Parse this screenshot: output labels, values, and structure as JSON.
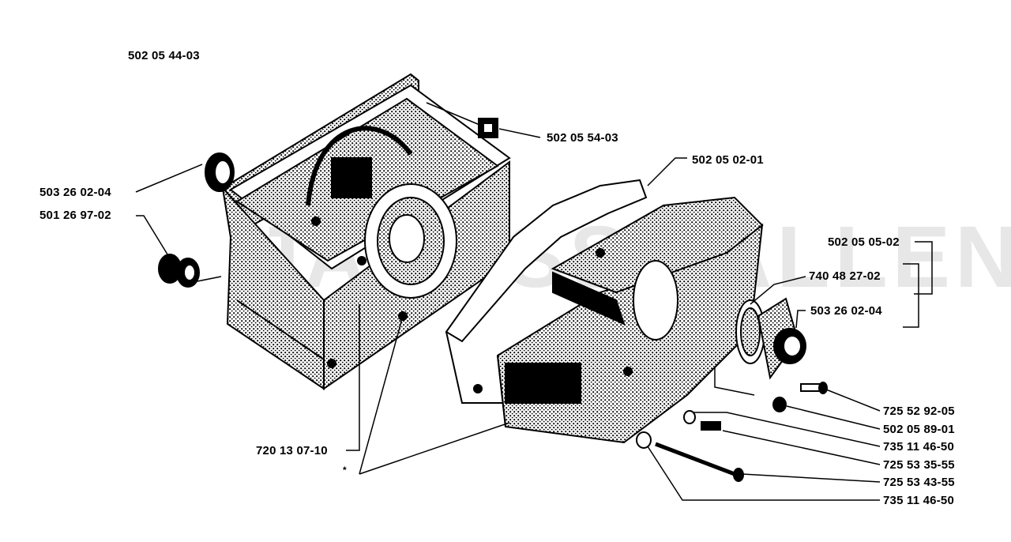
{
  "diagram": {
    "watermark": "JACKSSMALLENGINES",
    "callouts": {
      "top_left": "502 05 44-03",
      "plug": "502 05 54-03",
      "gasket_top": "502 05 02-01",
      "bearing_left": "503 26 02-04",
      "seal_left": "501 26 97-02",
      "group_right": "502 05 05-02",
      "seal_right": "740 48 27-02",
      "bearing_right": "503 26 02-04",
      "screw_1": "725 52 92-05",
      "nut": "502 05 89-01",
      "washer_1": "735 11 46-50",
      "screw_2": "725 53 35-55",
      "screw_3": "725 53 43-55",
      "washer_2": "735 11 46-50",
      "pin": "720 13 07-10",
      "asterisk": "*"
    }
  }
}
